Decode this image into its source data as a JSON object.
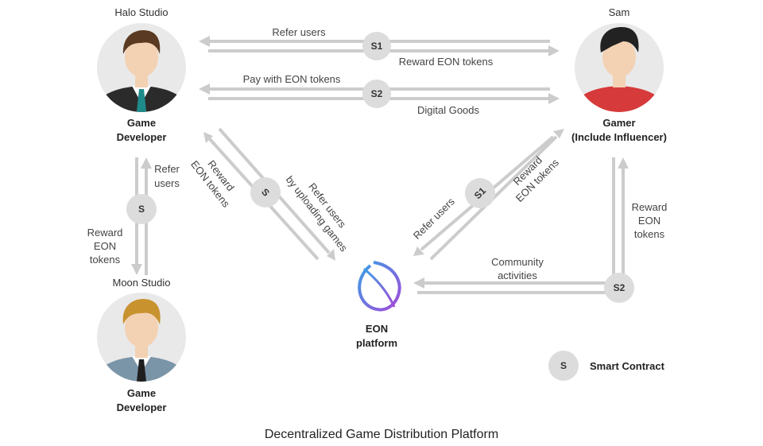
{
  "nodes": {
    "halo": {
      "name": "Halo Studio",
      "role_line1": "Game",
      "role_line2": "Developer"
    },
    "sam": {
      "name": "Sam",
      "role_line1": "Gamer",
      "role_line2": "(Include Influencer)"
    },
    "moon": {
      "name": "Moon Studio",
      "role_line1": "Game",
      "role_line2": "Developer"
    },
    "eon": {
      "name_line1": "EON",
      "name_line2": "platform"
    }
  },
  "edges": {
    "refer_users_top": "Refer users",
    "reward_eon_top": "Reward EON tokens",
    "pay_with_eon": "Pay with EON tokens",
    "digital_goods": "Digital Goods",
    "left_refer_line1": "Refer",
    "left_refer_line2": "users",
    "left_reward_line1": "Reward",
    "left_reward_line2": "EON",
    "left_reward_line3": "tokens",
    "diag_reward_line1": "Reward",
    "diag_reward_line2": "EON tokens",
    "diag_refer_line1": "Refer users",
    "diag_refer_line2": "by uploading games",
    "sam_refer_users": "Refer users",
    "sam_reward_line1": "Reward",
    "sam_reward_line2": "EON tokens",
    "community_line1": "Community",
    "community_line2": "activities",
    "right_reward_line1": "Reward",
    "right_reward_line2": "EON",
    "right_reward_line3": "tokens"
  },
  "badges": {
    "s1_top": "S1",
    "s2_top": "S2",
    "s_left": "S",
    "s_diag": "S",
    "s1_diag": "S1",
    "s2_right": "S2"
  },
  "legend": {
    "symbol": "S",
    "label": "Smart Contract"
  },
  "caption": "Decentralized Game Distribution Platform",
  "colors": {
    "arrow": "#cccccc",
    "badge": "#dcdcdc",
    "halo_shirt": "#2b2b2b",
    "sam_shirt": "#d63a3a",
    "moon_shirt": "#7b95a8",
    "eon_gradient_start": "#3aa0e6",
    "eon_gradient_end": "#a24ad9"
  }
}
